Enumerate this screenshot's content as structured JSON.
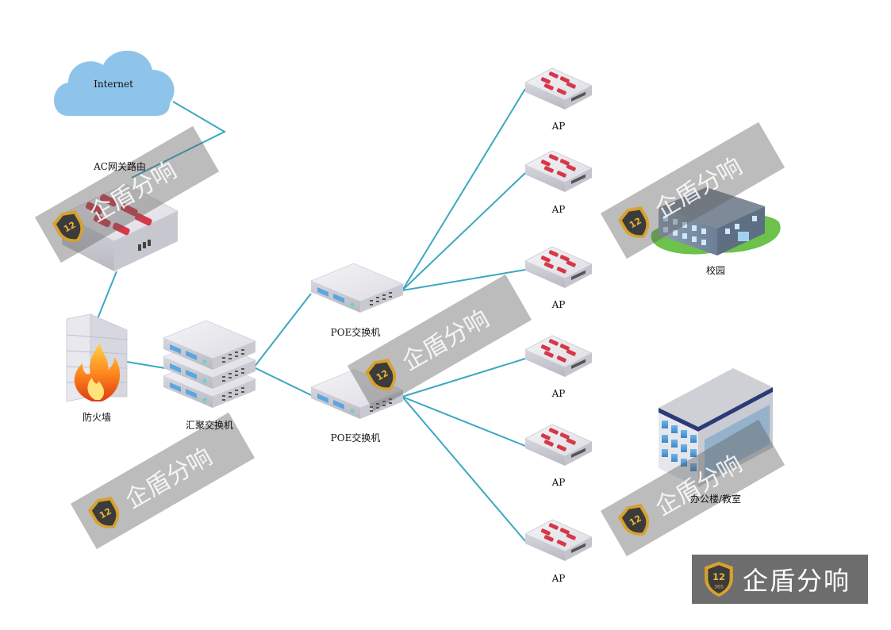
{
  "labels": {
    "internet": "Internet",
    "ac_router": "AC网关路由",
    "firewall": "防火墙",
    "agg_switch": "汇聚交换机",
    "poe_switch_1": "POE交换机",
    "poe_switch_2": "POE交换机",
    "ap_1": "AP",
    "ap_2": "AP",
    "ap_3": "AP",
    "ap_4": "AP",
    "ap_5": "AP",
    "ap_6": "AP",
    "campus": "校园",
    "office": "办公楼/教室"
  },
  "watermark": {
    "text": "企盾分响",
    "badge": "365"
  },
  "colors": {
    "link": "#3aa8c1",
    "cloud": "#8fc4ea",
    "device": "#e4e4ea",
    "red": "#d63848"
  }
}
